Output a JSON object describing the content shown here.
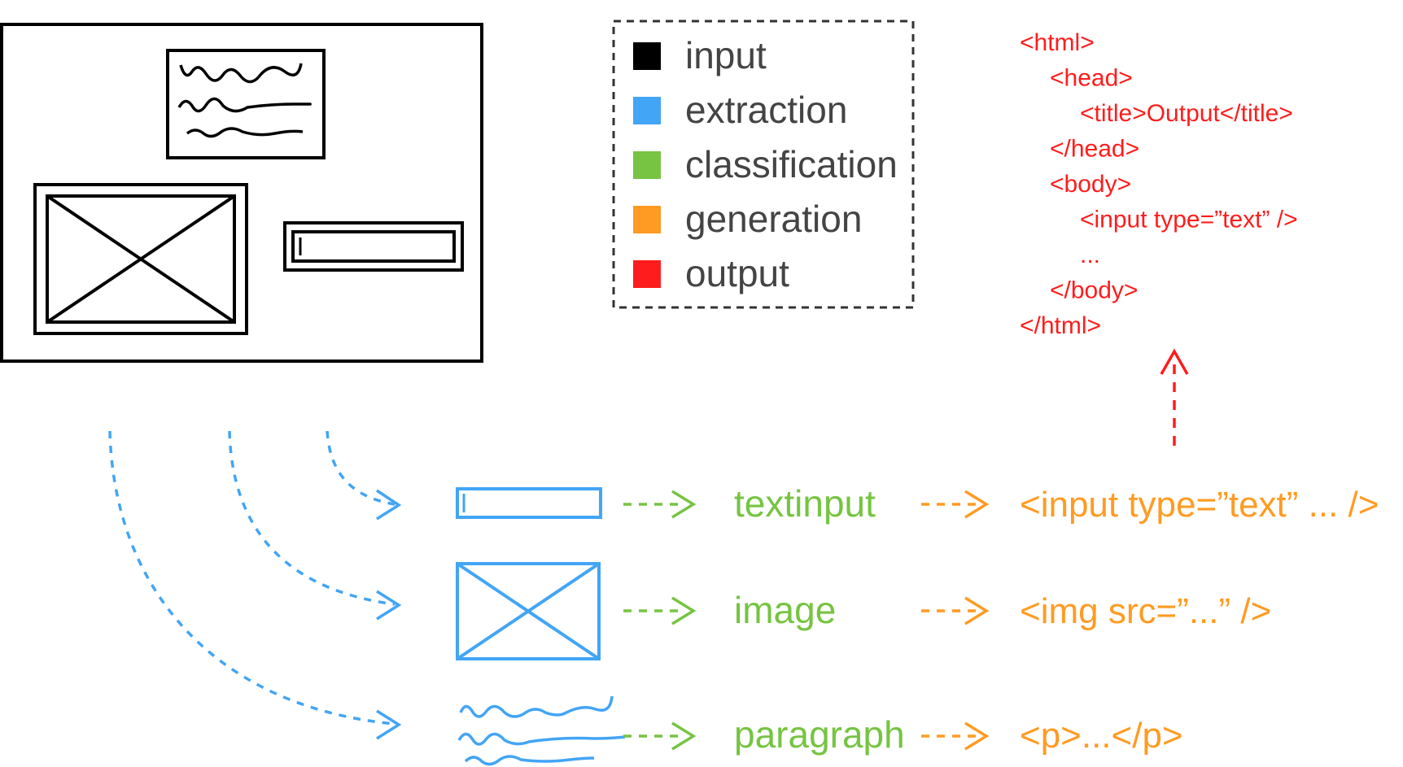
{
  "colors": {
    "input": "#000000",
    "extraction": "#42a5f5",
    "classification": "#76c442",
    "generation": "#ff9b22",
    "output": "#ff1c1c"
  },
  "legend": {
    "items": [
      {
        "key": "input",
        "label": "input"
      },
      {
        "key": "extraction",
        "label": "extraction"
      },
      {
        "key": "classification",
        "label": "classification"
      },
      {
        "key": "generation",
        "label": "generation"
      },
      {
        "key": "output",
        "label": "output"
      }
    ]
  },
  "output_code": {
    "lines": [
      "<html>",
      "<head>",
      "<title>Output</title>",
      "</head>",
      "<body>",
      "<input type=”text” />",
      "...",
      "</body>",
      "</html>"
    ]
  },
  "rows": [
    {
      "element": "textinput",
      "class_label": "textinput",
      "generated": "<input type=”text” ... />"
    },
    {
      "element": "image",
      "class_label": "image",
      "generated": "<img src=”...” />"
    },
    {
      "element": "paragraph",
      "class_label": "paragraph",
      "generated": "<p>...</p>"
    }
  ]
}
